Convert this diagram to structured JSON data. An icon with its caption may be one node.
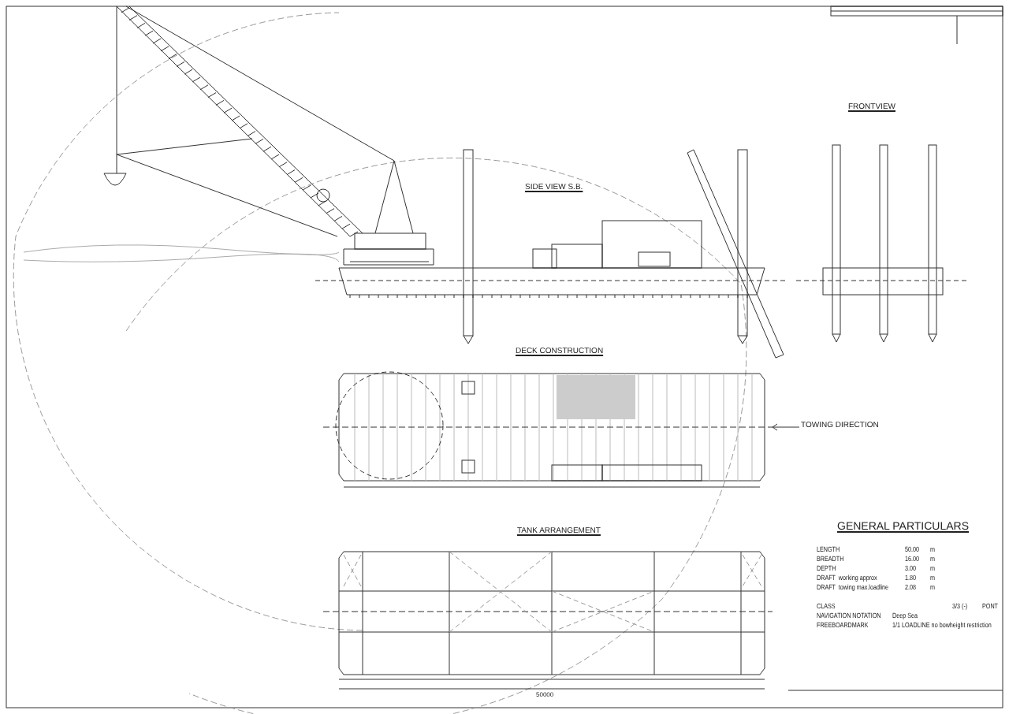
{
  "diagram": {
    "labels": [
      "SIDE VIEW S.B.",
      "FRONTVIEW",
      "DECK CONSTRUCTION",
      "TOWING DIRECTION",
      "TANK ARRANGEMENT",
      "50000",
      "GENERAL PARTICULARS",
      "LENGTH",
      "50.00",
      "m",
      "BREADTH",
      "16.00",
      "m",
      "DEPTH",
      "3.00",
      "m",
      "DRAFT  working approx",
      "1.80",
      "m",
      "DRAFT  towing max.loadline",
      "2.08",
      "m",
      "CLASS",
      "3/3 (-)",
      "PONT",
      "NAVIGATION NOTATION",
      "Deep Sea",
      "FREEBOARDMARK",
      "1/1 LOADLINE no bowheight restriction"
    ]
  }
}
